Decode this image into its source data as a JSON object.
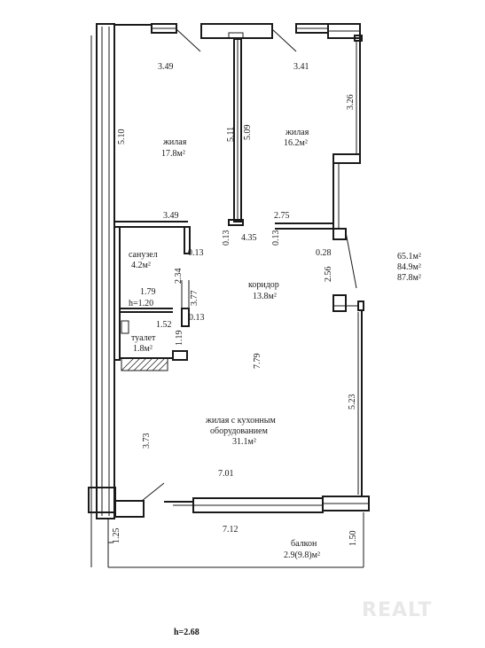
{
  "rooms": {
    "living_room_1": {
      "name": "жилая",
      "area": "17.8м²"
    },
    "living_room_2": {
      "name": "жилая",
      "area": "16.2м²"
    },
    "bathroom": {
      "name": "санузел",
      "area": "4.2м²"
    },
    "corridor": {
      "name": "коридор",
      "area": "13.8м²"
    },
    "toilet": {
      "name": "туалет",
      "area": "1.8м²"
    },
    "kitchen_living": {
      "name_line1": "жилая с кухонным",
      "name_line2": "оборудованием",
      "area": "31.1м²"
    },
    "balcony": {
      "name": "балкон",
      "area": "2.9(9.8)м²"
    }
  },
  "dimensions": {
    "d_3_49_top": "3.49",
    "d_3_41": "3.41",
    "d_3_26": "3.26",
    "d_5_10": "5.10",
    "d_5_11": "5.11",
    "d_5_09": "5.09",
    "d_3_49_mid": "3.49",
    "d_2_75": "2.75",
    "d_0_13_a": "0.13",
    "d_4_35": "4.35",
    "d_0_13_b": "0.13",
    "d_0_28": "0.28",
    "d_0_13_c": "0.13",
    "d_2_34": "2.34",
    "d_2_56": "2.56",
    "d_1_79": "1.79",
    "d_h_1_20": "h=1.20",
    "d_3_77": "3.77",
    "d_1_52": "1.52",
    "d_0_13_d": "0.13",
    "d_1_19": "1.19",
    "d_7_79": "7.79",
    "d_5_23": "5.23",
    "d_3_73": "3.73",
    "d_7_01": "7.01",
    "d_7_12": "7.12",
    "d_1_25": "1.25",
    "d_1_50": "1.50"
  },
  "totals": {
    "total_1": "65.1м²",
    "total_2": "84.9м²",
    "total_3": "87.8м²"
  },
  "ceiling_height": "h=2.68",
  "watermark": "REALT"
}
